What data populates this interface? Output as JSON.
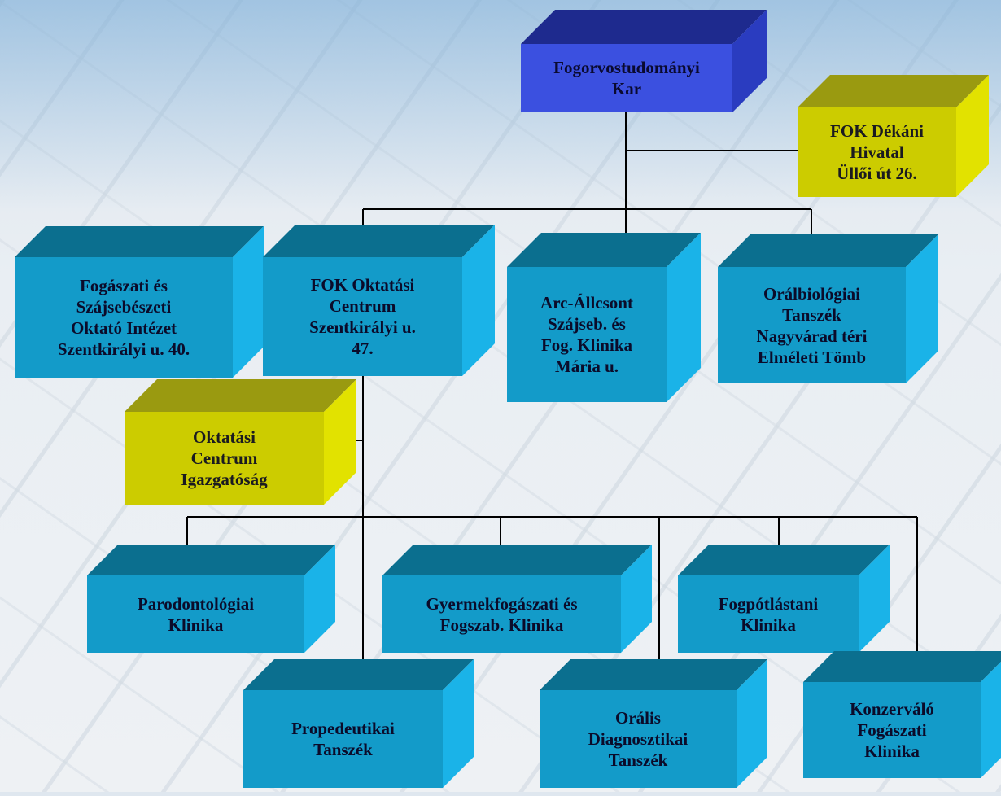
{
  "colors": {
    "blue_front": "#3b50e0",
    "blue_top": "#1e2a8e",
    "blue_side": "#2a3cc0",
    "cyan_front": "#139bc9",
    "cyan_top": "#0b6f8f",
    "cyan_side": "#1ab3e8",
    "yellow_front": "#cccc00",
    "yellow_top": "#9a9a10",
    "yellow_side": "#e2e200",
    "connector": "#000000"
  },
  "nodes": {
    "kar": "Fogorvostudományi\nKar",
    "dekani": "FOK Dékáni\nHivatal\nÜllői út 26.",
    "fogaszati": "Fogászati és\nSzájsebészeti\nOktató Intézet\nSzentkirályi u. 40.",
    "okt_centrum": "FOK Oktatási\nCentrum\nSzentkirályi u.\n47.",
    "arc": "Arc-Állcsont\nSzájseb. és\nFog. Klinika\nMária u.",
    "oral_bio": "Orálbiológiai\nTanszék\nNagyvárad téri\nElméleti Tömb",
    "igazgatosag": "Oktatási\nCentrum\nIgazgatóság",
    "parodont": "Parodontológiai\nKlinika",
    "gyermek": "Gyermekfogászati és\nFogszab. Klinika",
    "fogpotlas": "Fogpótlástani\nKlinika",
    "propedeut": "Propedeutikai\nTanszék",
    "oralis_diag": "Orális\nDiagnosztikai\nTanszék",
    "konzervalo": "Konzerváló\nFogászati\nKlinika"
  }
}
